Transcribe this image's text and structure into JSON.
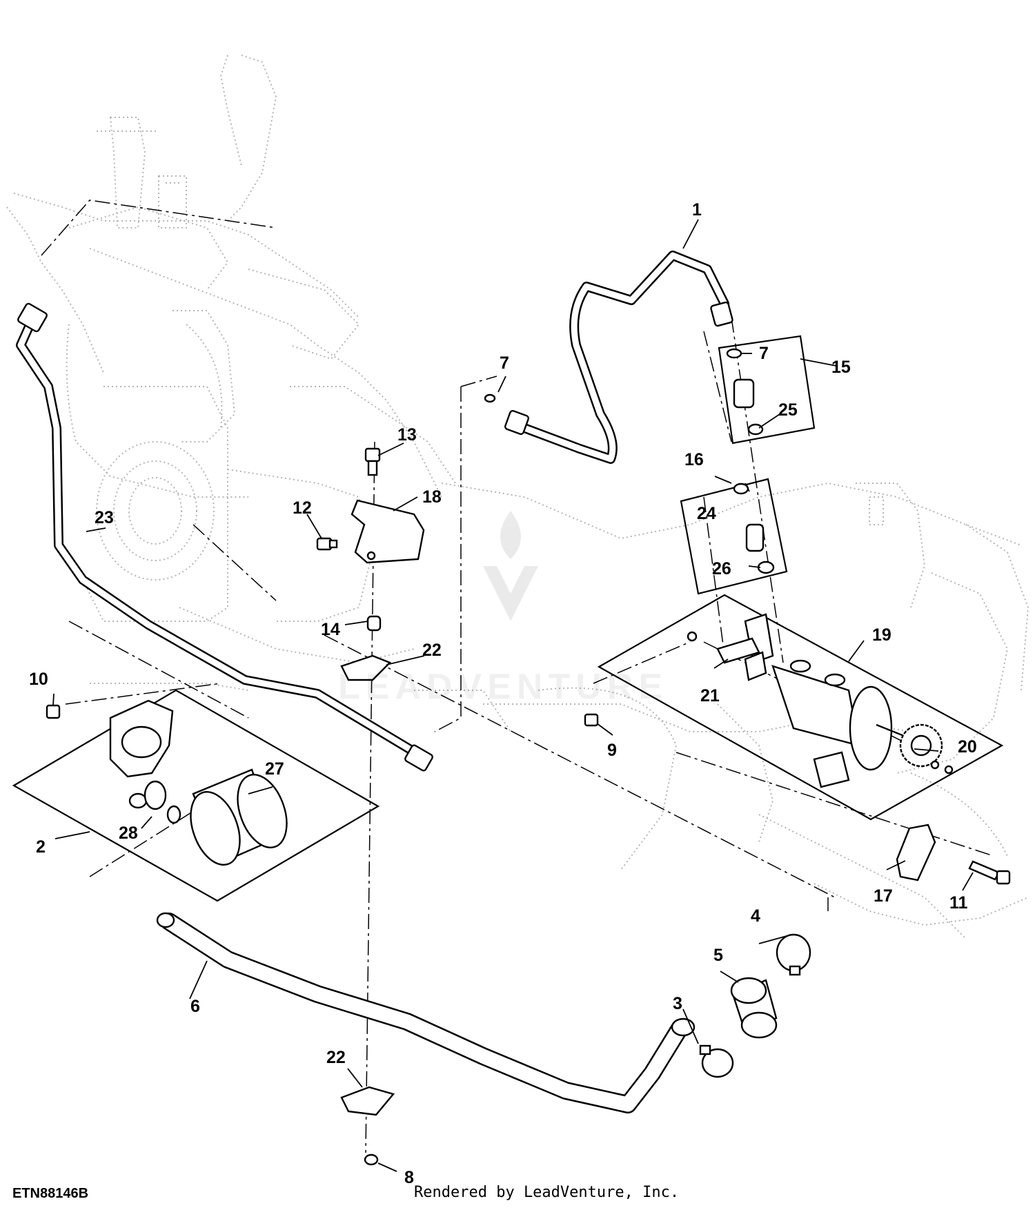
{
  "figure_id": "ETN88146B",
  "render_credit": "Rendered by LeadVenture, Inc.",
  "watermark_text": "LEADVENTURE",
  "callouts": [
    "1",
    "2",
    "3",
    "4",
    "5",
    "6",
    "7",
    "7",
    "8",
    "9",
    "10",
    "11",
    "12",
    "13",
    "14",
    "15",
    "16",
    "17",
    "18",
    "19",
    "20",
    "21",
    "22",
    "22",
    "23",
    "24",
    "25",
    "26",
    "27",
    "28"
  ],
  "colors": {
    "line": "#000000",
    "ghost": "#b4b4b4",
    "background": "#ffffff"
  }
}
